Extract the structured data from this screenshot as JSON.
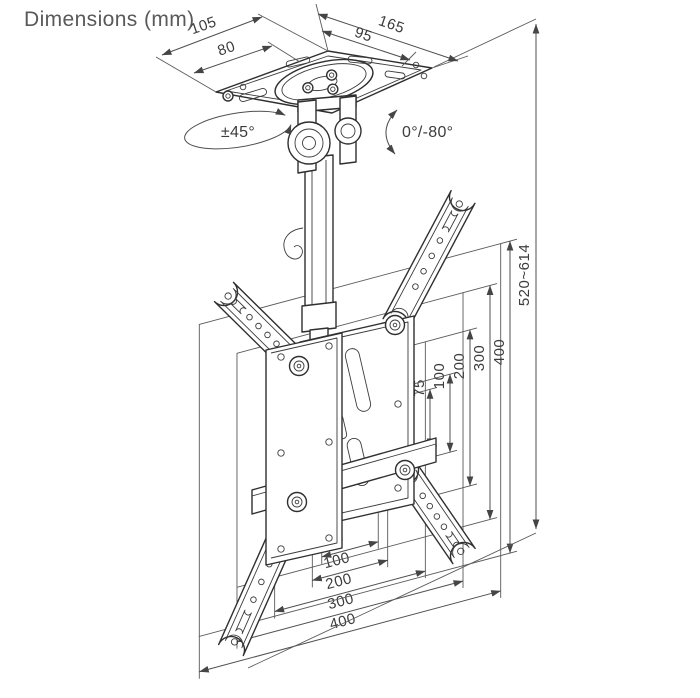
{
  "title": "Dimensions (mm)",
  "unit": "mm",
  "plate_dims": {
    "outer_left": "105",
    "inner_left": "80",
    "outer_right": "165",
    "inner_right": "95"
  },
  "rotation": {
    "swivel": "±45°",
    "tilt": "0°/-80°"
  },
  "height_adjust": "520~614",
  "vesa": {
    "sizes_mm": [
      75,
      100,
      200,
      300,
      400
    ],
    "labels": [
      "75",
      "100",
      "200",
      "300",
      "400"
    ]
  },
  "colors": {
    "line": "#2f2f2f",
    "dim_line": "#4f4f4f",
    "text": "#3c3c3c",
    "title_text": "#58595b",
    "background": "#ffffff"
  }
}
